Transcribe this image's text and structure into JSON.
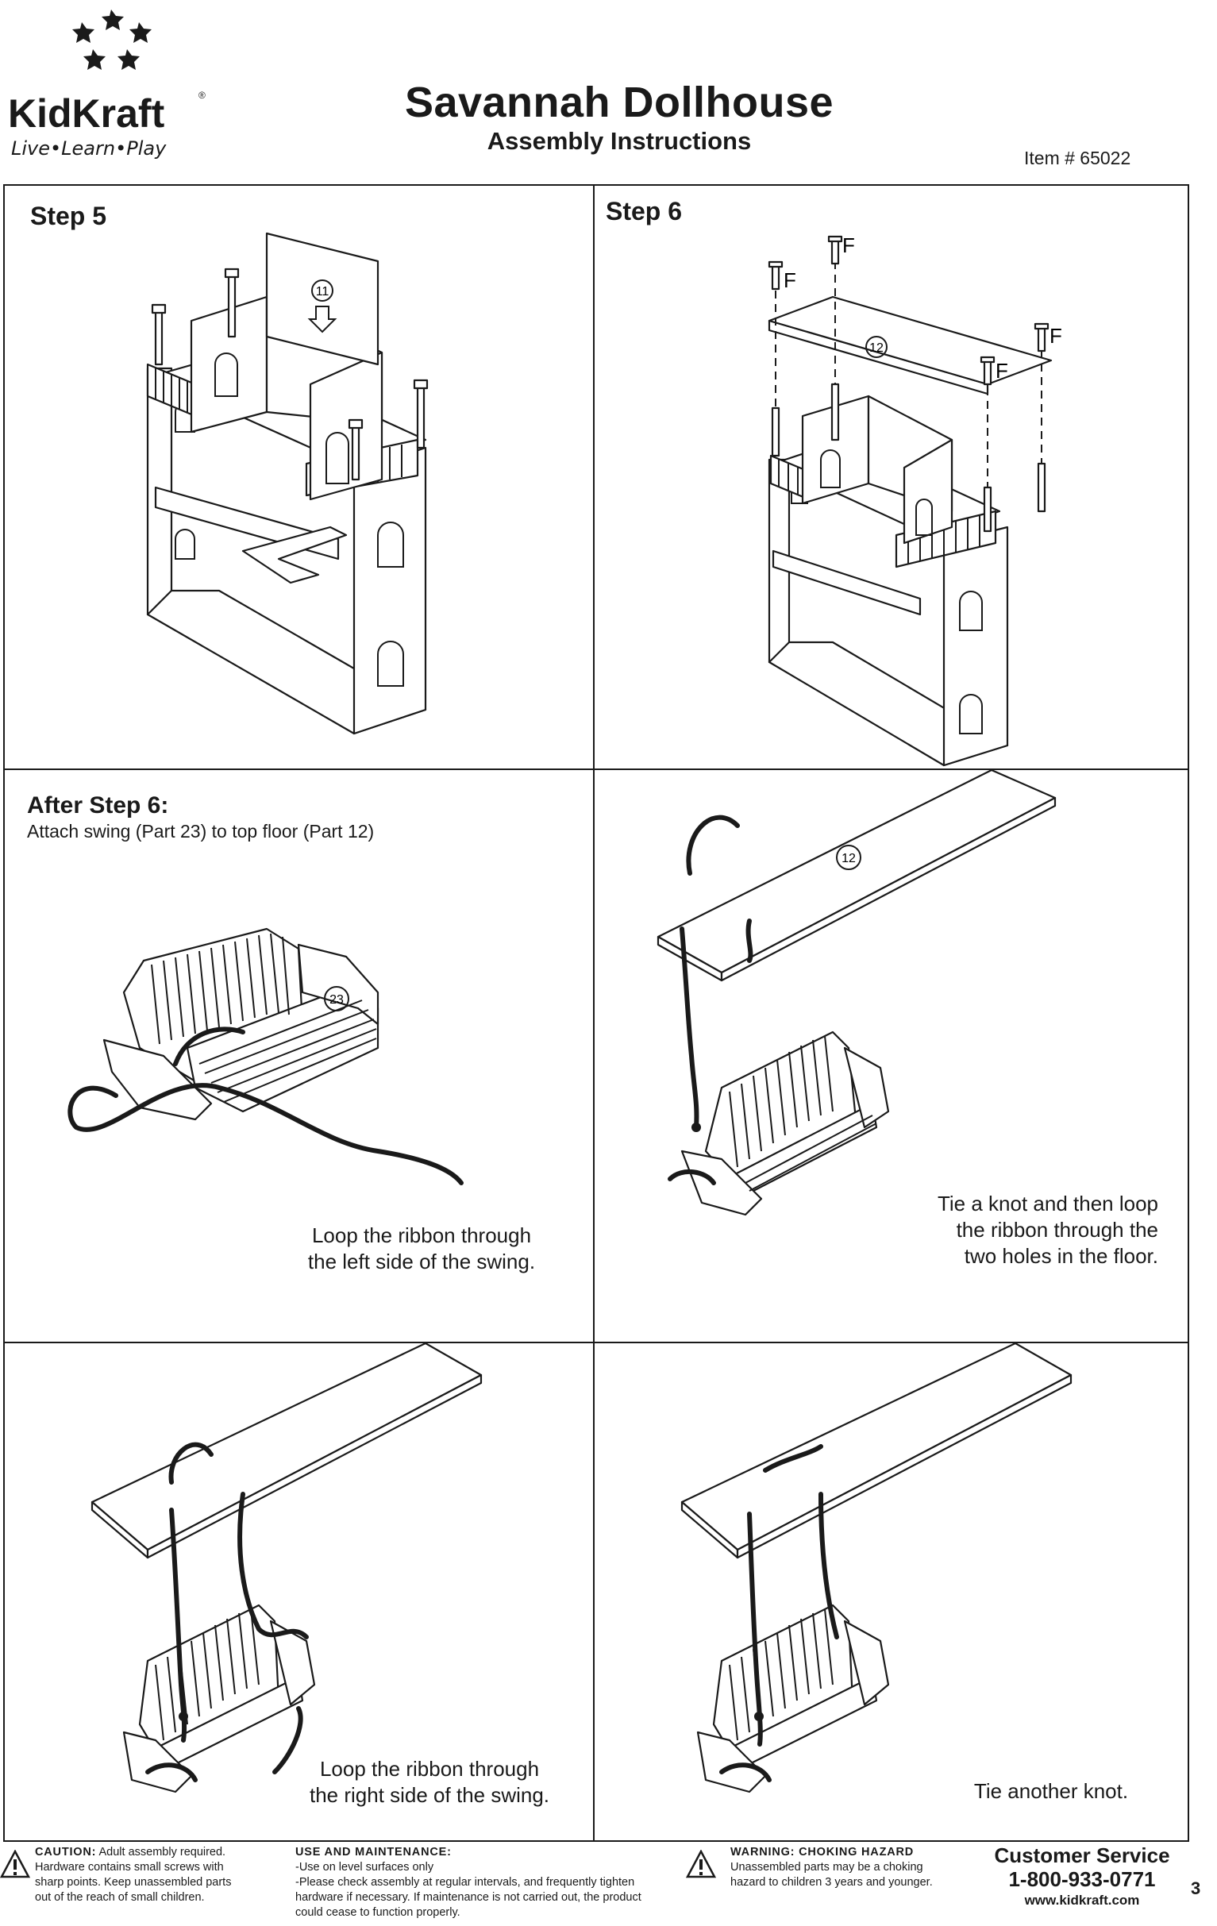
{
  "header": {
    "brand": "KidKraft",
    "tagline": "Live•Learn•Play",
    "title": "Savannah Dollhouse",
    "subtitle": "Assembly Instructions",
    "item_number": "Item # 65022"
  },
  "step5": {
    "title": "Step 5",
    "part_label": "11"
  },
  "step6": {
    "title": "Step 6",
    "part_label": "12",
    "fastener_label": "F"
  },
  "after_step6": {
    "title": "After Step 6:",
    "subtitle": "Attach swing (Part 23) to top floor (Part 12)",
    "panel1": {
      "part_label": "23",
      "caption": [
        "Loop the ribbon through",
        "the left side of the swing."
      ]
    },
    "panel2": {
      "part_label": "12",
      "caption": [
        "Tie a knot and then loop",
        "the ribbon through the",
        "two holes in the floor."
      ]
    },
    "panel3": {
      "caption": [
        "Loop the ribbon through",
        "the right side of the swing."
      ]
    },
    "panel4": {
      "caption": [
        "Tie another knot."
      ]
    }
  },
  "footer": {
    "caution_label": "CAUTION:",
    "caution_text": [
      " Adult assembly required.",
      "Hardware contains small screws with",
      "sharp points. Keep unassembled parts",
      "out of the reach of small children."
    ],
    "use_title": "USE AND MAINTENANCE:",
    "use_text": [
      "-Use on level surfaces only",
      "-Please check assembly at regular intervals, and frequently tighten",
      "hardware if necessary.  If maintenance is not carried out, the product",
      "could cease to function properly."
    ],
    "warning_title": "WARNING: CHOKING HAZARD",
    "warning_text": [
      "Unassembled parts may be a choking",
      "hazard to children 3 years and younger."
    ],
    "cs_title": "Customer Service",
    "cs_phone": "1-800-933-0771",
    "cs_web": "www.kidkraft.com",
    "page_number": "3"
  },
  "icons": [
    "star-icon",
    "warning-triangle-icon"
  ]
}
